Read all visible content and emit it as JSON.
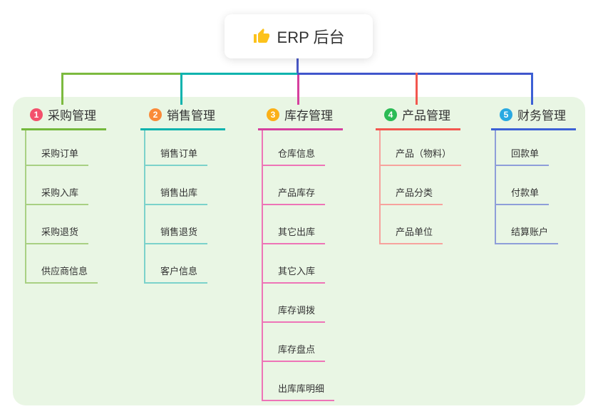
{
  "root": {
    "title": "ERP 后台",
    "icon": "thumbs-up-icon",
    "icon_color": "#fcc21c"
  },
  "canvas": {
    "panel_background": "#e9f6e4",
    "trunk_color": "#4a58c6"
  },
  "branches": [
    {
      "index": "1",
      "label": "采购管理",
      "badge_color": "#f3506c",
      "line_color": "#74b83c",
      "child_line_color": "#a8d083",
      "children": [
        "采购订单",
        "采购入库",
        "采购退货",
        "供应商信息"
      ]
    },
    {
      "index": "2",
      "label": "销售管理",
      "badge_color": "#fa8a39",
      "line_color": "#0cb3ae",
      "child_line_color": "#7bd2cb",
      "children": [
        "销售订单",
        "销售出库",
        "销售退货",
        "客户信息"
      ]
    },
    {
      "index": "3",
      "label": "库存管理",
      "badge_color": "#fbb017",
      "line_color": "#d6409f",
      "child_line_color": "#ee74b7",
      "children": [
        "仓库信息",
        "产品库存",
        "其它出库",
        "其它入库",
        "库存调拨",
        "库存盘点",
        "出库库明细"
      ]
    },
    {
      "index": "4",
      "label": "产品管理",
      "badge_color": "#2bbb55",
      "line_color": "#f2574f",
      "child_line_color": "#f7a29d",
      "children": [
        "产品（物料）",
        "产品分类",
        "产品单位"
      ]
    },
    {
      "index": "5",
      "label": "财务管理",
      "badge_color": "#29a9e1",
      "line_color": "#3c60d5",
      "child_line_color": "#8e9ed9",
      "children": [
        "回款单",
        "付款单",
        "结算账户"
      ]
    }
  ]
}
